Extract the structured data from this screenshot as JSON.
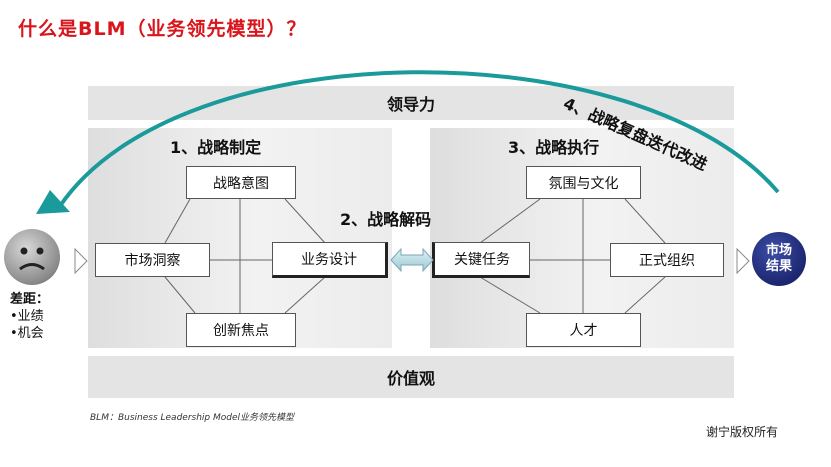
{
  "title": "什么是BLM（业务领先模型）？",
  "top_band": "领导力",
  "bottom_band": "价值观",
  "strategy_formulation": {
    "label": "1、战略制定",
    "nodes": {
      "top": "战略意图",
      "left": "市场洞察",
      "right": "业务设计",
      "bottom": "创新焦点"
    }
  },
  "strategy_decoding": {
    "label": "2、战略解码"
  },
  "strategy_execution": {
    "label": "3、战略执行",
    "nodes": {
      "top": "氛围与文化",
      "left": "关键任务",
      "right": "正式组织",
      "bottom": "人才"
    }
  },
  "iteration": {
    "label": "4、战略复盘迭代改进"
  },
  "market_result": {
    "line1": "市场",
    "line2": "结果"
  },
  "gap": {
    "label": "差距：",
    "items": [
      "•业绩",
      "•机会"
    ]
  },
  "footnote": "BLM：Business Leadership Model业务领先模型",
  "copyright": "谢宁版权所有",
  "colors": {
    "title": "#d9141b",
    "arc": "#1a9a9a",
    "market": "#1d2670",
    "band": "#e4e4e4"
  }
}
